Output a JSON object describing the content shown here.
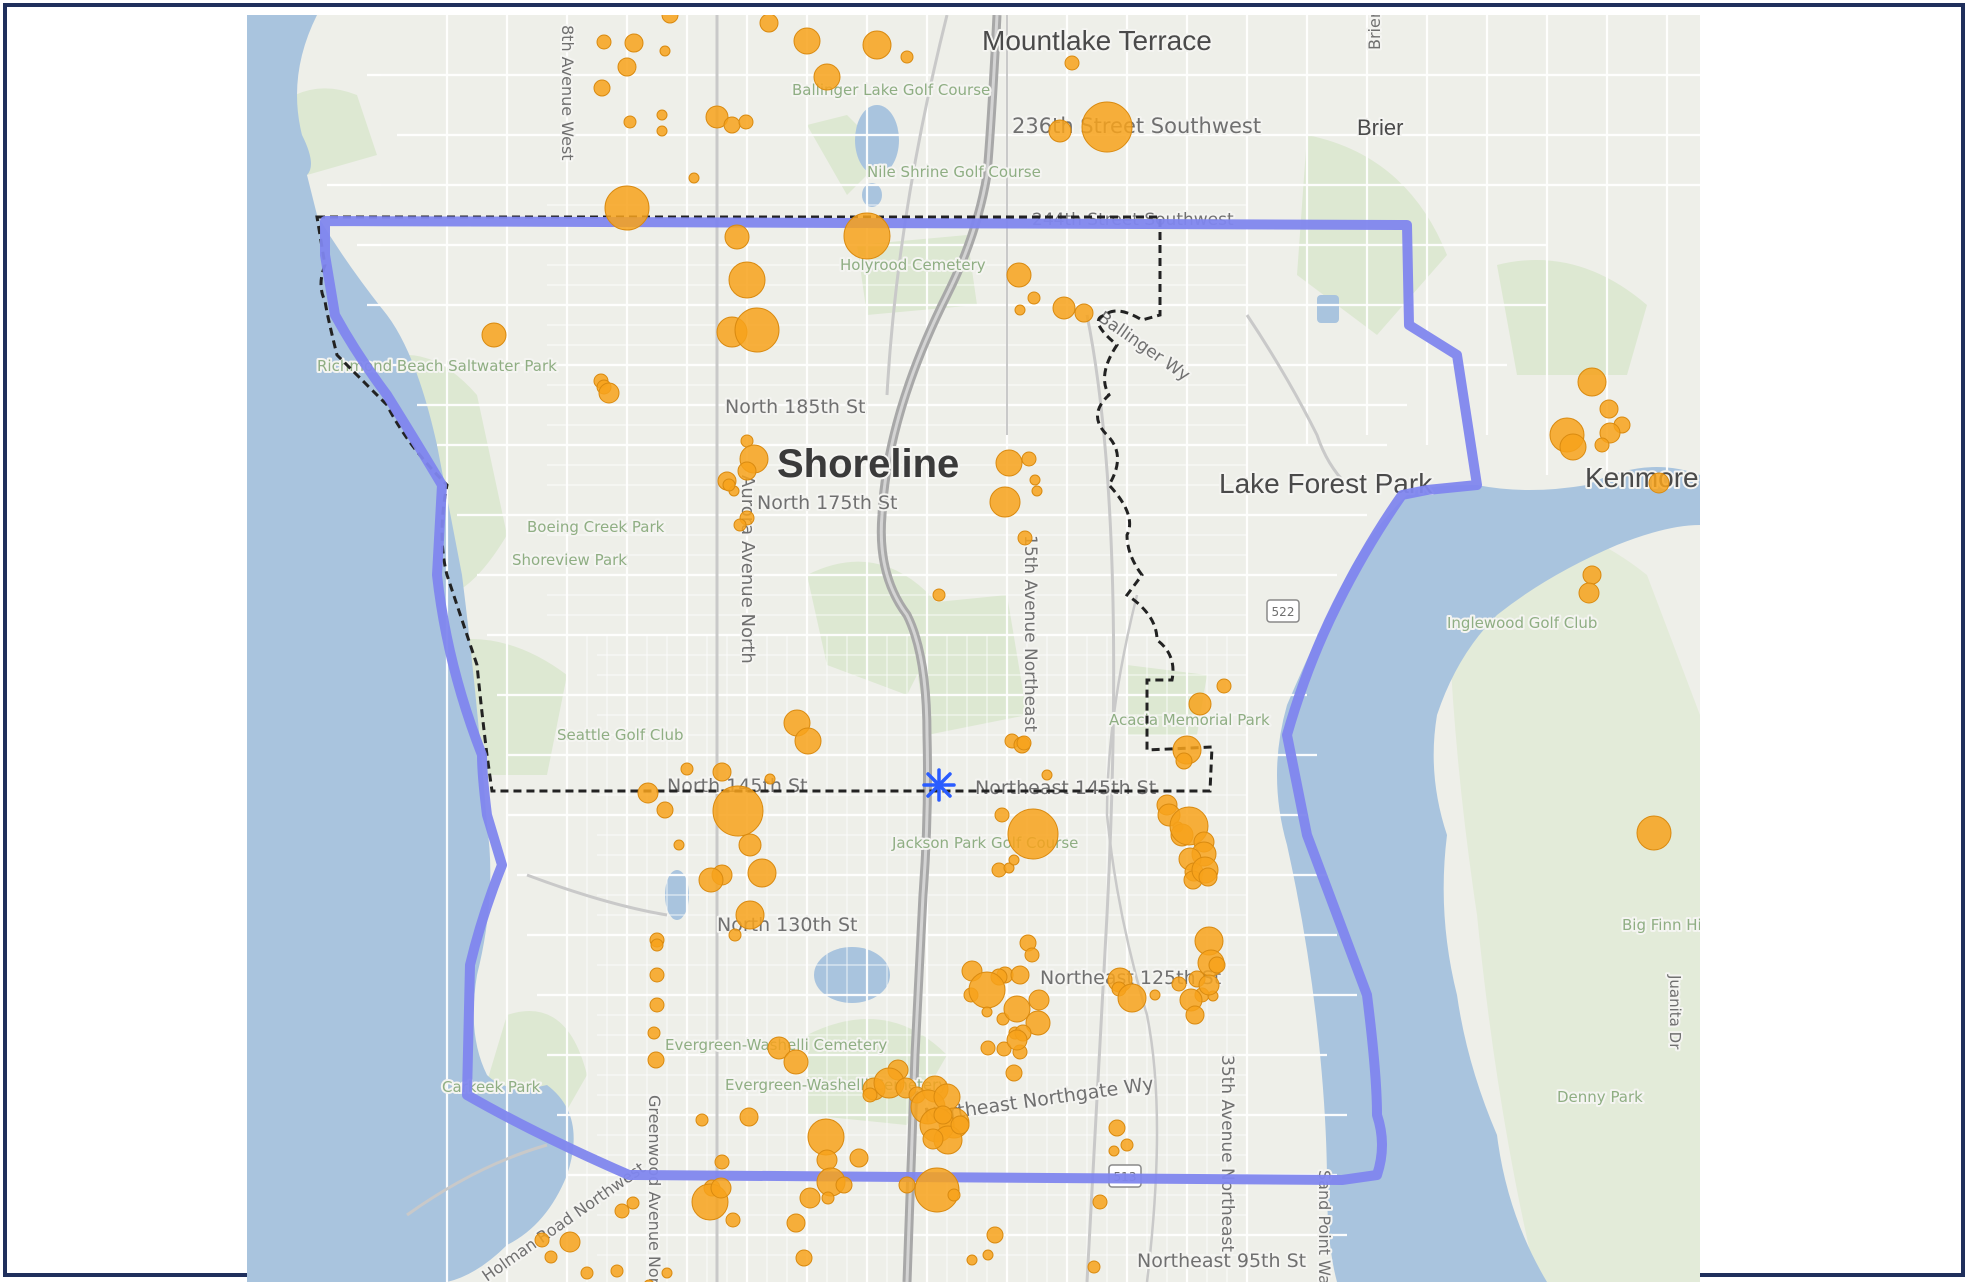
{
  "labels": {
    "city_main": "Shoreline",
    "mountlake_terrace": "Mountlake Terrace",
    "brier": "Brier",
    "lake_forest_park": "Lake Forest Park",
    "kenmore": "Kenmore"
  },
  "streets": {
    "n185": "North 185th St",
    "n175": "North 175th St",
    "n145": "North 145th St",
    "ne145": "Northeast 145th St",
    "n130": "North 130th St",
    "ne125": "Northeast 125th St",
    "ne95": "Northeast 95th St",
    "s236": "236th Street Southwest",
    "s244": "244th Street Southwest",
    "ballinger_wy": "Ballinger Wy",
    "northgate_wy": "Northeast Northgate Wy",
    "aurora": "Aurora Avenue North",
    "ave15ne": "15th Avenue Northeast",
    "ave35ne": "35th Avenue Northeast",
    "ave8w": "8th Avenue West",
    "brier_rd": "Brier Rd",
    "greenwood": "Greenwood Avenue North",
    "holman": "Holman Road Northwest",
    "sandpoint": "Sand Point Way",
    "juanita": "Juanita Dr",
    "route522": "522",
    "route513": "513"
  },
  "parks": {
    "ballinger_golf": "Ballinger Lake Golf Course",
    "nile_shrine": "Nile Shrine Golf Course",
    "holyrood": "Holyrood Cemetery",
    "richmond_beach": "Richmond Beach Saltwater Park",
    "boeing_creek": "Boeing Creek Park",
    "shoreview": "Shoreview Park",
    "seattle_golf": "Seattle Golf Club",
    "acacia": "Acacia Memorial Park",
    "jackson_golf": "Jackson Park Golf Course",
    "evergreen1": "Evergreen-Washelli Cemetery",
    "evergreen2": "Evergreen-Washelli Cemetery",
    "carkeek": "Carkeek Park",
    "inglewood": "Inglewood Golf Club",
    "big_finn": "Big Finn Hill Park",
    "denny": "Denny Park"
  },
  "colors": {
    "frame": "#1f2f5c",
    "water": "#a9c4de",
    "land": "#eeefe9",
    "park": "#d9e6cd",
    "study_boundary": "#7f86ee",
    "city_boundary": "#222222",
    "marker_fill": "#f7a21b",
    "marker_stroke": "#d98a10",
    "center_marker": "#2a5cff"
  },
  "icons": {
    "center_marker": "asterisk-marker-icon"
  }
}
